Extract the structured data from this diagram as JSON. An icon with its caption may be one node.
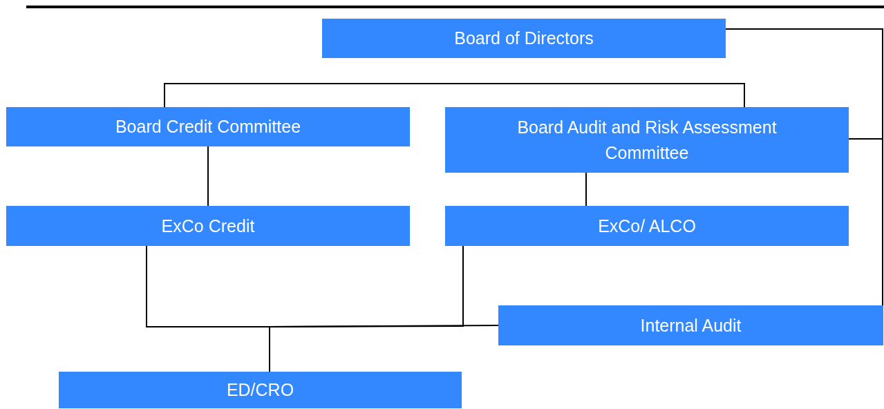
{
  "diagram": {
    "nodes": [
      {
        "text": [
          "Board of Directors"
        ]
      },
      {
        "text": [
          "Board Credit Committee"
        ]
      },
      {
        "text": [
          "Board Audit and Risk Assessment Committee"
        ]
      },
      {
        "text": [
          "ExCo Credit"
        ]
      },
      {
        "text": [
          "ExCo/ ALCO"
        ]
      },
      {
        "text": [
          "Internal Audit"
        ]
      },
      {
        "text": [
          "ED/CRO"
        ]
      }
    ],
    "edges": [
      {
        "from": 0,
        "to": 2,
        "arrow": "none"
      },
      {
        "from": 0,
        "to": 5,
        "arrow": "none"
      },
      {
        "from": 1,
        "to": 2,
        "arrow": "none"
      },
      {
        "from": 1,
        "to": 3,
        "arrow": "none"
      },
      {
        "from": 2,
        "to": 4,
        "arrow": "none"
      },
      {
        "from": 3,
        "to": 6,
        "arrow": "none"
      },
      {
        "from": 4,
        "to": 6,
        "arrow": "none"
      },
      {
        "from": 5,
        "to": 6,
        "arrow": "none"
      }
    ]
  }
}
